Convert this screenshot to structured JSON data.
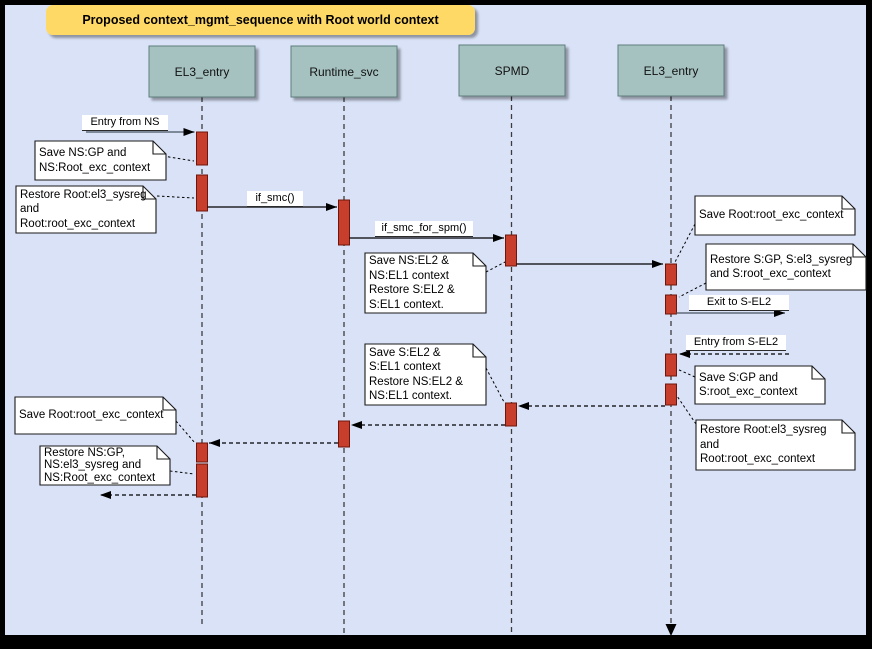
{
  "title": "Proposed context_mgmt_sequence with Root world context",
  "lifelines": [
    {
      "label": "EL3_entry"
    },
    {
      "label": "Runtime_svc"
    },
    {
      "label": "SPMD"
    },
    {
      "label": "EL3_entry"
    }
  ],
  "messages": {
    "entry_from_ns": "Entry from NS",
    "if_smc": "if_smc()",
    "if_smc_for_spm": "if_smc_for_spm()",
    "exit_to_s_el2": "Exit to S-EL2",
    "entry_from_s_el2": "Entry from S-EL2"
  },
  "notes": {
    "n1": {
      "lines": [
        "Save NS:GP and",
        "NS:Root_exc_context"
      ]
    },
    "n2": {
      "lines": [
        "Restore Root:el3_sysreg",
        "and",
        "Root:root_exc_context"
      ]
    },
    "n3": {
      "lines": [
        "Save NS:EL2 &",
        "NS:EL1 context",
        "Restore S:EL2 &",
        "S:EL1 context."
      ]
    },
    "n4": {
      "lines": [
        "Save Root:root_exc_context"
      ]
    },
    "n5": {
      "lines": [
        "Restore S:GP, S:el3_sysreg",
        "and S:root_exc_context"
      ]
    },
    "n6": {
      "lines": [
        "Save S:GP and",
        "S:root_exc_context"
      ]
    },
    "n7": {
      "lines": [
        "Restore Root:el3_sysreg",
        "and",
        "Root:root_exc_context"
      ]
    },
    "n8": {
      "lines": [
        "Save S:EL2 &",
        "S:EL1 context",
        "Restore NS:EL2 &",
        "NS:EL1 context."
      ]
    },
    "n9": {
      "lines": [
        "Save Root:root_exc_context"
      ]
    },
    "n10": {
      "lines": [
        "Restore NS:GP,",
        "NS:el3_sysreg and",
        "NS:Root_exc_context"
      ]
    }
  },
  "colors": {
    "canvas_bg": "#d9e2f7",
    "frame": "#000000",
    "title_bg": "#ffd966",
    "lifeline_header_bg": "#a5c2c1",
    "activation_bar": "#c73e2d",
    "activation_bar_border": "#6e160c",
    "note_bg": "#ffffff"
  }
}
